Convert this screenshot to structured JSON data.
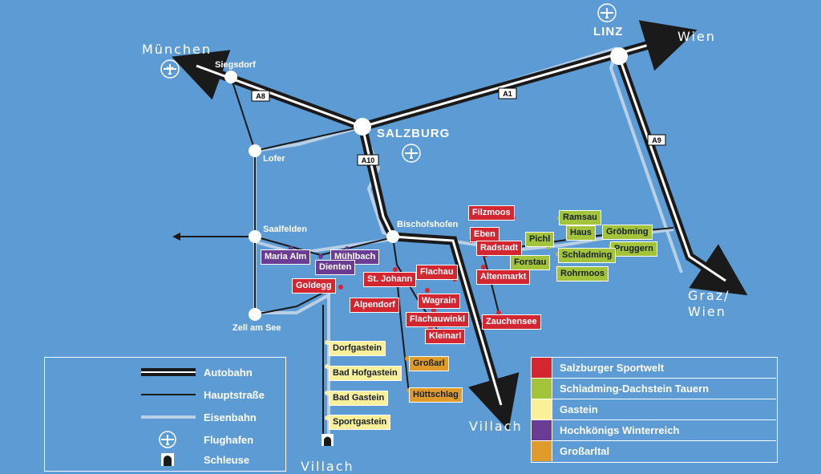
{
  "destinations": {
    "muenchen": "München",
    "wien_top": "Wien",
    "graz_wien_1": "Graz/",
    "graz_wien_2": "Wien",
    "villach_center": "Villach",
    "villach_bottom": "Villach"
  },
  "cities": {
    "linz": "LINZ",
    "salzburg": "SALZBURG",
    "siegsdorf": "Siegsdorf",
    "lofer": "Lofer",
    "saalfelden": "Saalfelden",
    "zell_am_see": "Zell am See",
    "bischofshofen": "Bischofshofen"
  },
  "roads": {
    "a8": "A8",
    "a1": "A1",
    "a10": "A10",
    "a9": "A9"
  },
  "places": {
    "filzmoos": "Filzmoos",
    "eben": "Eben",
    "radstadt": "Radstadt",
    "flachau": "Flachau",
    "st_johann": "St. Johann",
    "altenmarkt": "Altenmarkt",
    "goldegg": "Goldegg",
    "wagrain": "Wagrain",
    "alpendorf": "Alpendorf",
    "flachauwinkl": "Flachauwinkl",
    "kleinarl": "Kleinarl",
    "zauchensee": "Zauchensee",
    "ramsau": "Ramsau",
    "haus": "Haus",
    "groebming": "Gröbming",
    "pichl": "Pichl",
    "pruggern": "Pruggern",
    "schladming": "Schladming",
    "forstau": "Forstau",
    "rohrmoos": "Rohrmoos",
    "maria_alm": "Maria Alm",
    "muehlbach": "Mühlbach",
    "dienten": "Dienten",
    "dorfgastein": "Dorfgastein",
    "bad_hofgastein": "Bad Hofgastein",
    "bad_gastein": "Bad Gastein",
    "sportgastein": "Sportgastein",
    "grossarl": "Großarl",
    "huettschlag": "Hüttschlag"
  },
  "legend": {
    "autobahn": "Autobahn",
    "hauptstrasse": "Hauptstraße",
    "eisenbahn": "Eisenbahn",
    "flughafen": "Flughafen",
    "schleuse": "Schleuse"
  },
  "regions": [
    {
      "label": "Salzburger Sportwelt",
      "color": "#d32630"
    },
    {
      "label": "Schladming-Dachstein Tauern",
      "color": "#a3c33a"
    },
    {
      "label": "Gastein",
      "color": "#fbf09a"
    },
    {
      "label": "Hochkönigs Winterreich",
      "color": "#6a3c93"
    },
    {
      "label": "Großarltal",
      "color": "#e19b2b"
    }
  ],
  "colors": {
    "background": "#5d9bd4",
    "autobahn": "#1a1a1a",
    "railway": "#b8cfe6",
    "sportwelt": "#d32630",
    "schladming": "#a3c33a",
    "gastein": "#fbf09a",
    "hochkoenig": "#6a3c93",
    "grossarl": "#e19b2b"
  },
  "icons": [
    "airplane-icon",
    "tunnel-icon"
  ]
}
